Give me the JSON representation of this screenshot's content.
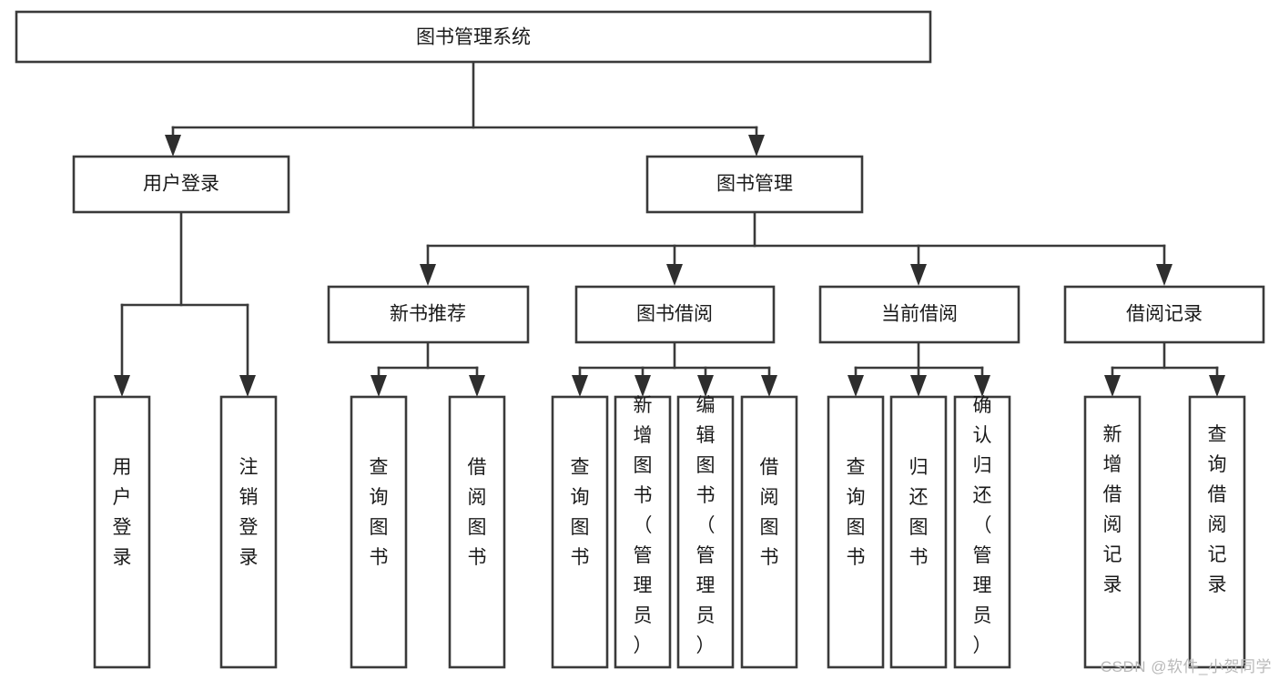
{
  "diagram": {
    "type": "tree",
    "title": "图书管理系统",
    "watermark": "CSDN @软件_小贺同学",
    "colors": {
      "box_stroke": "#3a3a3a",
      "box_fill": "#ffffff",
      "connector": "#3a3a3a",
      "text": "#1a1a1a",
      "watermark": "#b9b9b9"
    },
    "nodes": {
      "root": {
        "label": "图书管理系统"
      },
      "level2": [
        {
          "label": "用户登录"
        },
        {
          "label": "图书管理"
        }
      ],
      "level3": [
        {
          "label": "新书推荐"
        },
        {
          "label": "图书借阅"
        },
        {
          "label": "当前借阅"
        },
        {
          "label": "借阅记录"
        }
      ],
      "leaves_user_login": [
        {
          "label": "用户登录"
        },
        {
          "label": "注销登录"
        }
      ],
      "leaves_new_book": [
        {
          "label": "查询图书"
        },
        {
          "label": "借阅图书"
        }
      ],
      "leaves_borrow": [
        {
          "label": "查询图书"
        },
        {
          "label": "新增图书（管理员）"
        },
        {
          "label": "编辑图书（管理员）"
        },
        {
          "label": "借阅图书"
        }
      ],
      "leaves_current": [
        {
          "label": "查询图书"
        },
        {
          "label": "归还图书"
        },
        {
          "label": "确认归还（管理员）"
        }
      ],
      "leaves_records": [
        {
          "label": "新增借阅记录"
        },
        {
          "label": "查询借阅记录"
        }
      ]
    }
  }
}
